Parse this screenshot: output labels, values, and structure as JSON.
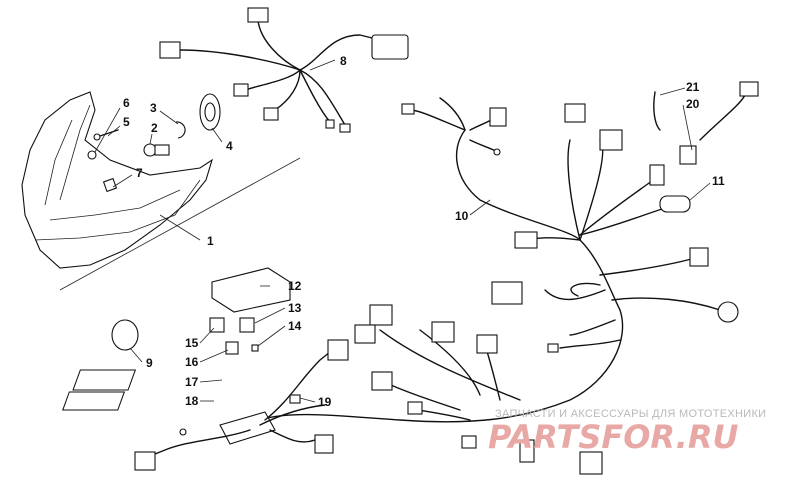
{
  "callouts": [
    "1",
    "2",
    "3",
    "4",
    "5",
    "6",
    "7",
    "8",
    "9",
    "10",
    "11",
    "12",
    "13",
    "14",
    "15",
    "16",
    "17",
    "18",
    "19",
    "20",
    "21"
  ],
  "watermark": {
    "tagline": "ЗАПЧАСТИ И АКСЕССУАРЫ ДЛЯ МОТОТЕХНИКИ",
    "logo": "PARTSFOR.RU"
  }
}
